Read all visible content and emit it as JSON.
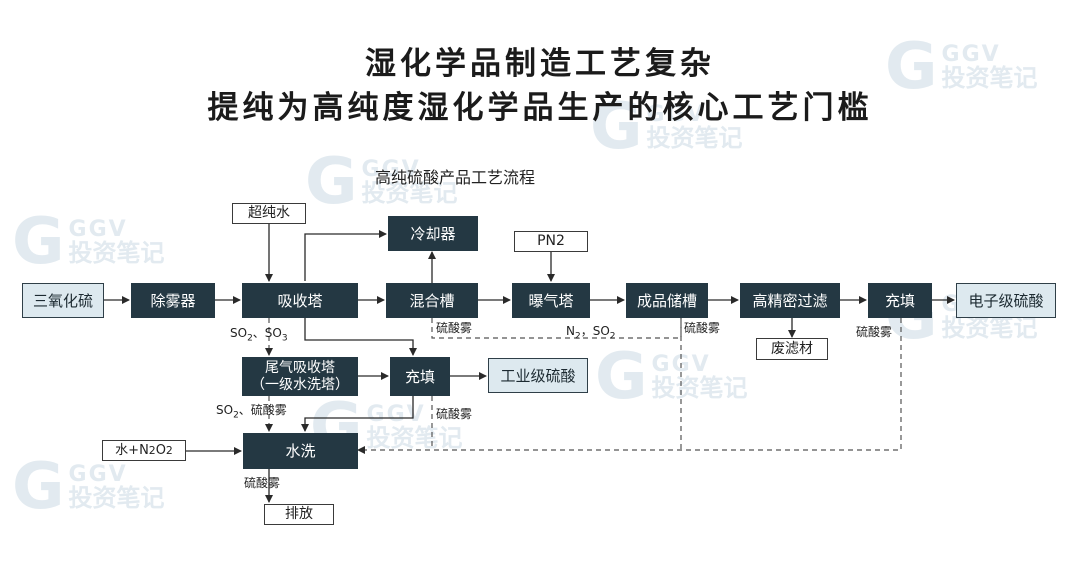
{
  "title_line1": "湿化学品制造工艺复杂",
  "title_line2": "提纯为高纯度湿化学品生产的核心工艺门槛",
  "subtitle": "高纯硫酸产品工艺流程",
  "watermark": {
    "brand_top": "GGV",
    "brand_bottom": "投资笔记"
  },
  "nodes": {
    "sanyanghualiu": "三氧化硫",
    "chuwuqi": "除雾器",
    "xishouta": "吸收塔",
    "hunhecao": "混合槽",
    "puqita": "曝气塔",
    "chengpinchucao": "成品储槽",
    "gaojingmiguolv": "高精密过滤",
    "chongtian_main": "充填",
    "dianzijiliusuan": "电子级硫酸",
    "chaochunshui": "超纯水",
    "lengqueqi": "冷却器",
    "pn2": "PN2",
    "feilvcai": "废滤材",
    "weiqi_line1": "尾气吸收塔",
    "weiqi_line2": "（一级水洗塔）",
    "chongtian_mid": "充填",
    "gongyejiliusuan": "工业级硫酸",
    "shuixi": "水洗",
    "shui_n2o2": "水+N2O2",
    "paifang": "排放"
  },
  "labels": {
    "liusuanwu": "硫酸雾",
    "so2_so3": "SO2、SO3",
    "n2_so2": "N2，SO2",
    "so2_liusuanwu": "SO2、硫酸雾"
  },
  "colors": {
    "dark_box": "#243843",
    "light_box": "#dde9ef",
    "line": "#2a2a2a",
    "dash": "#555555",
    "watermark": "#d7e2ea"
  }
}
